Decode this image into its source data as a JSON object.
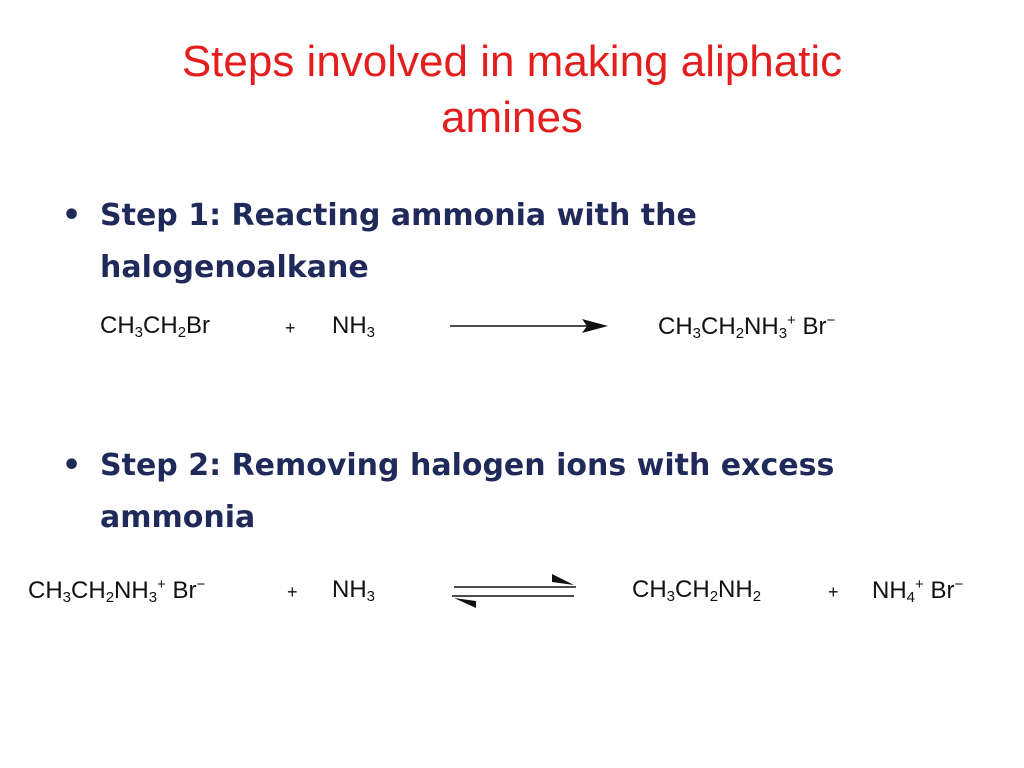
{
  "slide": {
    "title_line1": "Steps involved in making aliphatic",
    "title_line2": "amines",
    "bullet_symbol": "•",
    "step1": {
      "line1": "Step 1: Reacting  ammonia with the",
      "line2": "halogenoalkane"
    },
    "step2": {
      "line1": "Step 2: Removing halogen ions with excess",
      "line2": "ammonia"
    },
    "equation1": {
      "reactant1": {
        "a": "CH",
        "s1": "3",
        "b": "CH",
        "s2": "2",
        "c": "Br"
      },
      "plus": "+",
      "reactant2": {
        "a": "NH",
        "s1": "3"
      },
      "product": {
        "a": "CH",
        "s1": "3",
        "b": "CH",
        "s2": "2",
        "c": "NH",
        "s3": "3",
        "charge": "+",
        "d": " Br",
        "neg": "−"
      }
    },
    "equation2": {
      "reactant1": {
        "a": "CH",
        "s1": "3",
        "b": "CH",
        "s2": "2",
        "c": "NH",
        "s3": "3",
        "charge": "+",
        "d": " Br",
        "neg": "−"
      },
      "plus1": "+",
      "reactant2": {
        "a": "NH",
        "s1": "3"
      },
      "product1": {
        "a": "CH",
        "s1": "3",
        "b": "CH",
        "s2": "2",
        "c": "NH",
        "s3": "2"
      },
      "plus2": "+",
      "product2": {
        "a": "NH",
        "s1": "4",
        "charge": "+",
        "d": " Br",
        "neg": "−"
      }
    }
  }
}
